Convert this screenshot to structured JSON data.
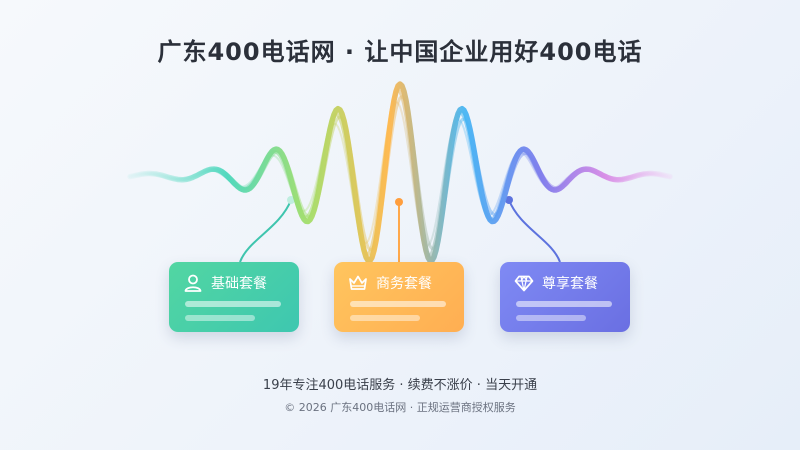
{
  "headline": "广东400电话网 · 让中国企业用好400电话",
  "colors": {
    "green": "#4fd5a3",
    "orange": "#ffb457",
    "violet": "#7479ea",
    "pink": "#d68be6",
    "blue": "#47b0f2"
  },
  "cards": [
    {
      "title": "基础套餐",
      "icon": "user-icon"
    },
    {
      "title": "商务套餐",
      "icon": "crown-icon"
    },
    {
      "title": "尊享套餐",
      "icon": "diamond-icon"
    }
  ],
  "tagline": "19年专注400电话服务 · 续费不涨价 · 当天开通",
  "copyright": "© 2026 广东400电话网 · 正规运营商授权服务"
}
